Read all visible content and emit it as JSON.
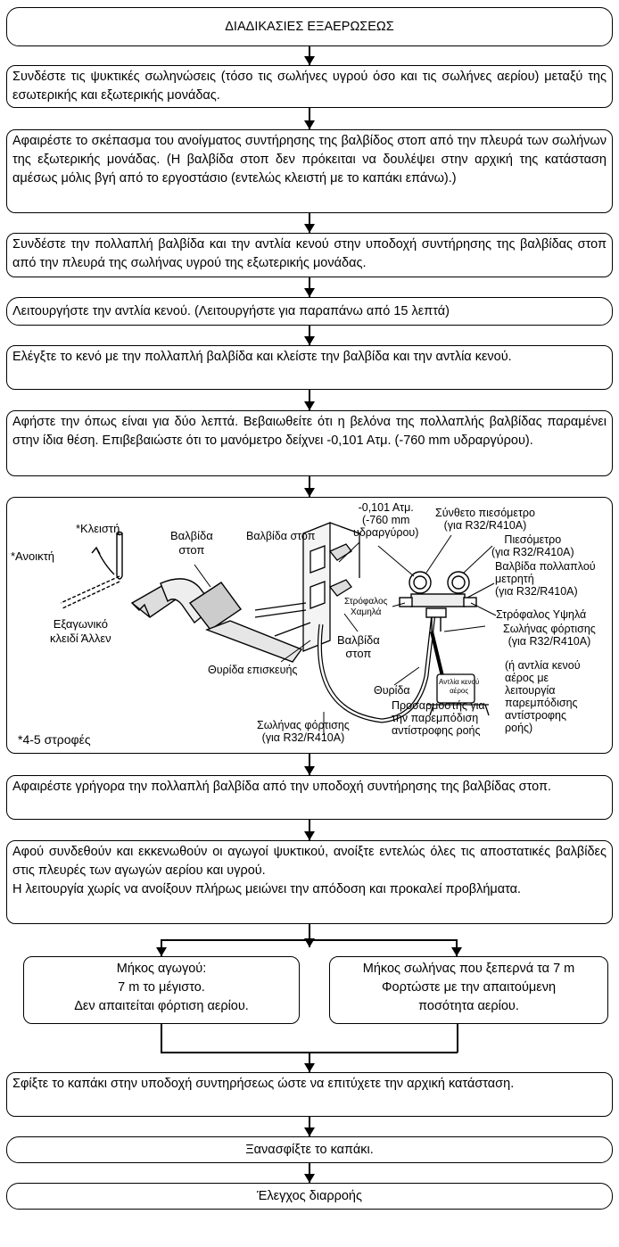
{
  "title": "ΔΙΑΔΙΚΑΣΙΕΣ ΕΞΑΕΡΩΣΕΩΣ",
  "steps": {
    "s1": "Συνδέστε τις ψυκτικές σωληνώσεις (τόσο τις σωλήνες υγρού όσο και τις σωλήνες αερίου) μεταξύ της εσωτερικής και εξωτερικής μονάδας.",
    "s2": "Αφαιρέστε το σκέπασμα του ανοίγματος συντήρησης της βαλβίδος στοπ από την πλευρά των σωλήνων της εξωτερικής μονάδας. (Η βαλβίδα στοπ δεν πρόκειται να δουλέψει στην αρχική της κατάσταση αμέσως μόλις βγή από το εργοστάσιο (εντελώς κλειστή με το καπάκι επάνω).)",
    "s3": "Συνδέστε την πολλαπλή βαλβίδα και την αντλία κενού στην υποδοχή συντήρησης της βαλβίδας στοπ από την πλευρά της σωλήνας υγρού της εξωτερικής μονάδας.",
    "s4": "Λειτουργήστε την αντλία κενού. (Λειτουργήστε για παραπάνω από 15 λεπτά)",
    "s5": "Ελέγξτε το κενό με την πολλαπλή βαλβίδα και κλείστε την βαλβίδα και την αντλία κενού.",
    "s6": "Αφήστε την όπως είναι για δύο λεπτά. Βεβαιωθείτε ότι η βελόνα της πολλαπλής βαλβίδας παραμένει στην ίδια θέση. Επιβεβαιώστε ότι το μανόμετρο δείχνει -0,101 Ατμ. (-760 mm υδραργύρου).",
    "s7": "Αφαιρέστε γρήγορα την πολλαπλή βαλβίδα από την υποδοχή συντήρησης της βαλβίδας στοπ.",
    "s8a": "Αφού συνδεθούν και εκκενωθούν οι αγωγοί ψυκτικού, ανοίξτε εντελώς όλες τις αποστατικές βαλβίδες στις πλευρές των αγωγών αερίου και υγρού.",
    "s8b": "Η λειτουργία χωρίς να ανοίξουν πλήρως μειώνει την απόδοση και προκαλεί προβλήματα.",
    "s9": "Σφίξτε το καπάκι στην υποδοχή συντηρήσεως ώστε να επιτύχετε την αρχική κατάσταση.",
    "s10": "Ξανασφίξτε το καπάκι.",
    "s11": "Έλεγχος διαρροής"
  },
  "branches": {
    "left": [
      "Μήκος αγωγού:",
      "7 m το μέγιστο.",
      "Δεν απαιτείται φόρτιση αερίου."
    ],
    "right": [
      "Μήκος σωλήνας που ξεπερνά τα 7 m",
      "Φορτώστε με την απαιτούμενη",
      "ποσότητα αερίου."
    ]
  },
  "diagram": {
    "closed": "*Κλειστή",
    "open": "*Ανοικτή",
    "hex_key": [
      "Εξαγωνικό",
      "κλειδί Άλλεν"
    ],
    "stop_valve_a": [
      "Βαλβίδα",
      "στοπ"
    ],
    "stop_valve_top": "Βαλβίδα στοπ",
    "pressure": [
      "-0,101 Ατμ.",
      "(-760 mm",
      "υδραργύρου)"
    ],
    "compound_gauge": [
      "Σύνθετο πιεσόμετρο",
      "(για R32/R410A)"
    ],
    "pressure_gauge": [
      "Πιεσόμετρο",
      "(για R32/R410A)"
    ],
    "manifold": [
      "Βαλβίδα πολλαπλού",
      "μετρητή",
      "(για R32/R410A)"
    ],
    "low_handle": [
      "Στρόφαλος",
      "Χαμηλά"
    ],
    "high_handle": "Στρόφαλος Υψηλά",
    "charge_hose_r": [
      "Σωλήνας φόρτισης",
      "(για R32/R410A)"
    ],
    "stop_valve_b": [
      "Βαλβίδα",
      "στοπ"
    ],
    "service_port": "Θυρίδα επισκευής",
    "port": "Θυρίδα",
    "pump_label": [
      "Αντλία κενού",
      "αέρος"
    ],
    "alt_pump": [
      "(ή αντλία κενού",
      "αέρος με",
      "λειτουργία",
      "παρεμπόδισης",
      "αντίστροφης",
      "ροής)"
    ],
    "adapter": [
      "Προσαρμοστής για",
      "την παρεμπόδιση",
      "αντίστροφης ροής"
    ],
    "charge_hose_b": [
      "Σωλήνας φόρτισης",
      "(για R32/R410A)"
    ],
    "turns": "*4-5 στροφές"
  }
}
